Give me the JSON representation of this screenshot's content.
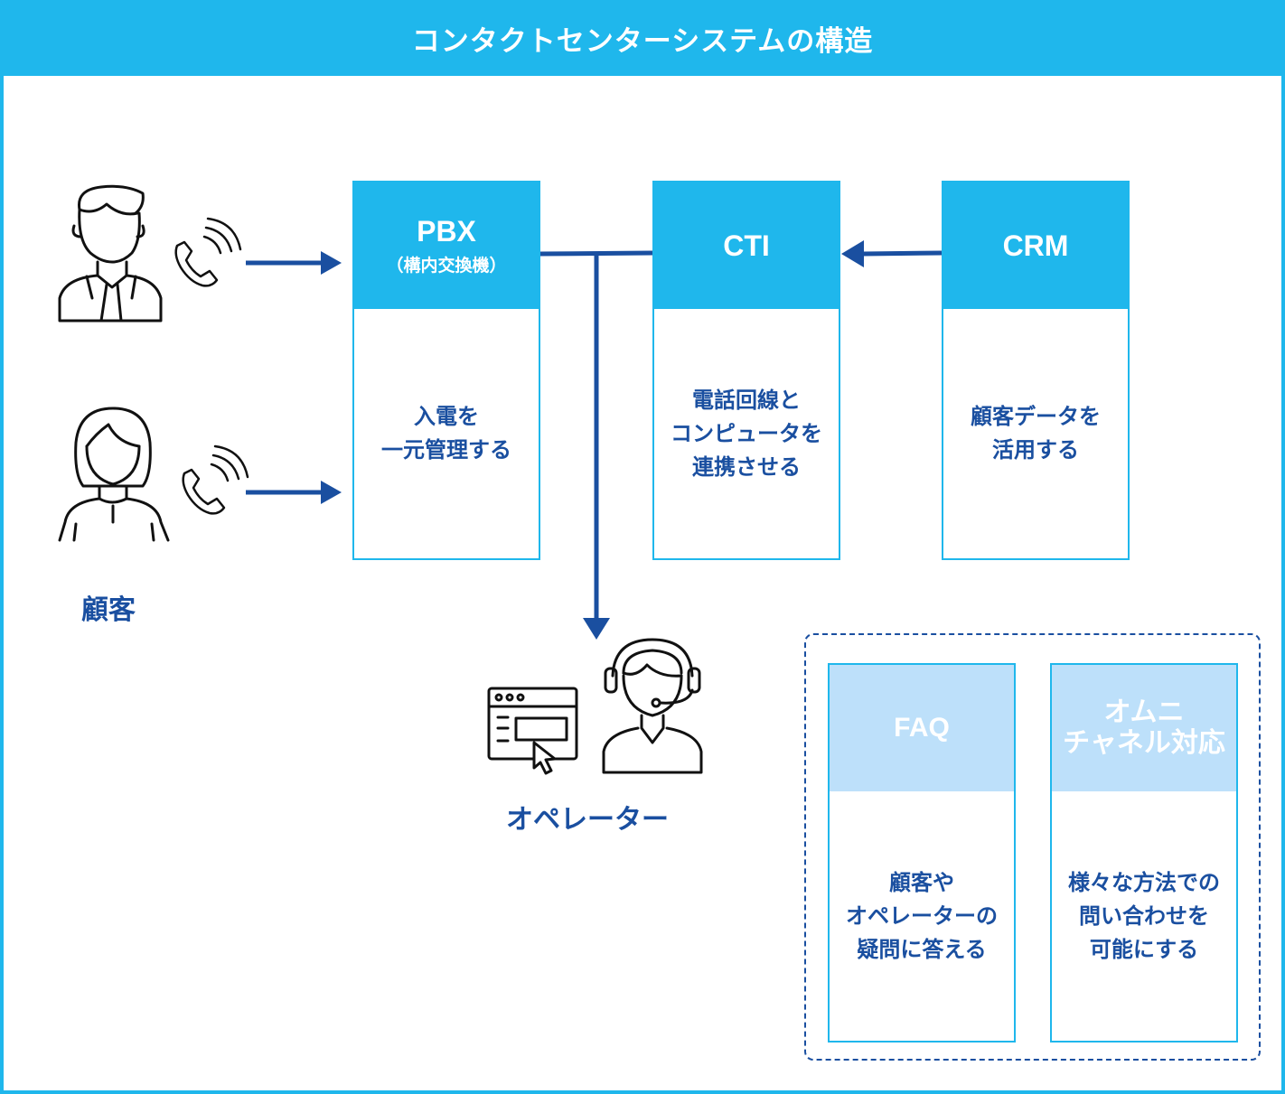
{
  "title": "コンタクトセンターシステムの構造",
  "customer_label": "顧客",
  "operator_label": "オペレーター",
  "cards": [
    {
      "name": "PBX",
      "sub": "（構内交換機）",
      "desc": [
        "入電を",
        "一元管理する"
      ]
    },
    {
      "name": "CTI",
      "desc": [
        "電話回線と",
        "コンピュータを",
        "連携させる"
      ]
    },
    {
      "name": "CRM",
      "desc": [
        "顧客データを",
        "活用する"
      ]
    },
    {
      "name": "FAQ",
      "desc": [
        "顧客や",
        "オペレーターの",
        "疑問に答える"
      ]
    },
    {
      "name_lines": [
        "オムニ",
        "チャネル対応"
      ],
      "desc": [
        "様々な方法での",
        "問い合わせを",
        "可能にする"
      ]
    }
  ],
  "colors": {
    "accent": "#1fb7ec",
    "light": "#bde0fa",
    "navy": "#1a4fa0"
  },
  "icons": [
    "male-customer-icon",
    "female-customer-icon",
    "phone-ringing-icon",
    "operator-headset-icon",
    "browser-window-icon"
  ]
}
